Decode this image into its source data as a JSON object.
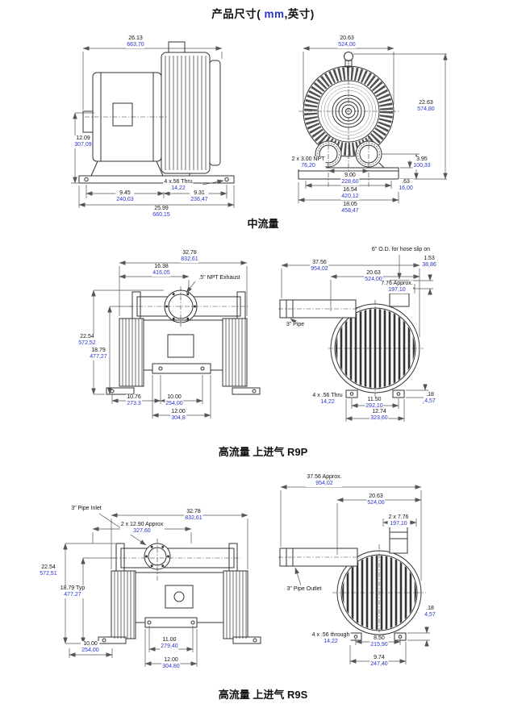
{
  "title": {
    "prefix": "产品尺寸( ",
    "mm": "mm",
    "suffix": ",英寸)"
  },
  "sections": {
    "medium_flow": "中流量",
    "r9p": "高流量 上进气 R9P",
    "r9s": "高流量 上进气 R9S"
  },
  "colors": {
    "mm_blue": "#2a35c8",
    "line": "#333333"
  },
  "d1": {
    "width_top": {
      "in": "26.13",
      "mm": "663,70"
    },
    "height_left": {
      "in": "12.09",
      "mm": "307,09"
    },
    "thru": {
      "in": "4 x.56 Thru",
      "mm": "14,22"
    },
    "base_left": {
      "in": "9.45",
      "mm": "240,03"
    },
    "base_right": {
      "in": "9.31",
      "mm": "236,47"
    },
    "base_total": {
      "in": "25.99",
      "mm": "660,15"
    }
  },
  "d2": {
    "width_top": {
      "in": "20.63",
      "mm": "524,00"
    },
    "height_right": {
      "in": "22.63",
      "mm": "574,80"
    },
    "npt": {
      "in": "2 x 3.00 NPT",
      "mm": "76,20"
    },
    "height_small": {
      "in": "3.95",
      "mm": "100,33"
    },
    "foot": {
      "in": ".63",
      "mm": "16,00"
    },
    "ports_cc": {
      "in": "9.00",
      "mm": "228,60"
    },
    "holes_cc": {
      "in": "16.54",
      "mm": "420,12"
    },
    "base_width": {
      "in": "18.05",
      "mm": "458,47"
    }
  },
  "d3": {
    "width_top": {
      "in": "32.78",
      "mm": "832,61"
    },
    "width_mid": {
      "in": "16.38",
      "mm": "416,05"
    },
    "exhaust_note": ".5\" NPT Exhaust",
    "height_left": {
      "in": "22.54",
      "mm": "572,52"
    },
    "height_left2": {
      "in": "18.79",
      "mm": "477,27"
    },
    "base_left": {
      "in": "10.76",
      "mm": "273.3"
    },
    "base_mid": {
      "in": "10.00",
      "mm": "254,00"
    },
    "base_total": {
      "in": "12.00",
      "mm": "304,8"
    }
  },
  "d4": {
    "hose_note": "6\" O.D. for hose slip on",
    "hose_len": {
      "in": "1.53",
      "mm": "38,86"
    },
    "overall": {
      "in": "37.56",
      "mm": "954,02"
    },
    "width": {
      "in": "20.63",
      "mm": "524,00"
    },
    "approx": {
      "in": "7.76 Approx.",
      "mm": "197,10"
    },
    "pipe_note": "3\" Pipe",
    "thru": {
      "in": "4 x .56 Thru",
      "mm": "14,22"
    },
    "holes_cc": {
      "in": "11.50",
      "mm": "292,10"
    },
    "foot": {
      "in": ".18",
      "mm": "4,57"
    },
    "base": {
      "in": "12.74",
      "mm": "323,60"
    }
  },
  "d5": {
    "inlet_note": "3\" Pipe Inlet",
    "width_top": {
      "in": "32.78",
      "mm": "832,61"
    },
    "approx": {
      "in": "2 x 12.90 Approx",
      "mm": "327,60"
    },
    "height_left": {
      "in": "22.54",
      "mm": "572,51"
    },
    "height_left2": {
      "in": "18.79 Typ",
      "mm": "477,27"
    },
    "base_left": {
      "in": "10.00",
      "mm": "254,00"
    },
    "base_mid": {
      "in": "11.00",
      "mm": "279,40"
    },
    "base_total": {
      "in": "12.00",
      "mm": "304,80"
    }
  },
  "d6": {
    "overall": {
      "in": "37.56 Approx.",
      "mm": "954,02"
    },
    "width": {
      "in": "20.63",
      "mm": "524,00"
    },
    "ports": {
      "in": "2 x 7.76",
      "mm": "197,10"
    },
    "outlet_note": "3\" Pipe Outlet",
    "thru": {
      "in": "4 x .56 through",
      "mm": "14,22"
    },
    "holes_cc": {
      "in": "8.50",
      "mm": "215,90"
    },
    "foot": {
      "in": ".18",
      "mm": "4,57"
    },
    "base": {
      "in": "9.74",
      "mm": "247,40"
    }
  }
}
